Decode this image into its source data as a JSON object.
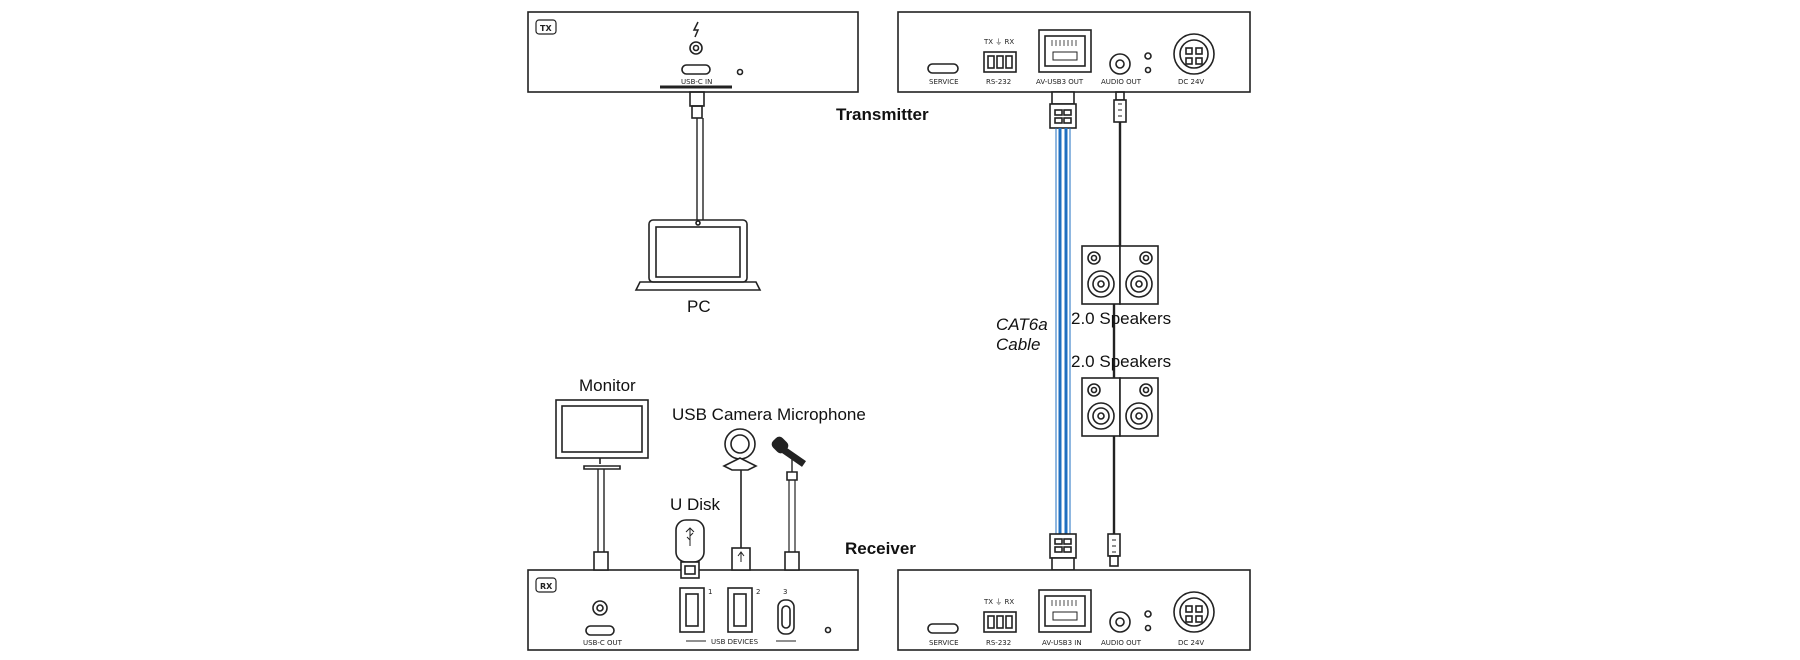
{
  "colors": {
    "line": "#222222",
    "cat6a": "#1f6fc0",
    "panel_fill": "#ffffff"
  },
  "labels": {
    "transmitter": "Transmitter",
    "receiver": "Receiver",
    "pc": "PC",
    "monitor": "Monitor",
    "usb_camera": "USB Camera",
    "microphone": "Microphone",
    "u_disk": "U Disk",
    "speakers_top": "2.0 Speakers",
    "speakers_bottom": "2.0 Speakers",
    "cable_line1": "CAT6a",
    "cable_line2": "Cable"
  },
  "tx_left": {
    "badge": "TX",
    "port_usbc_in": "USB-C IN",
    "icon_power": "lightning-bolt-icon"
  },
  "tx_right": {
    "port_service": "SERVICE",
    "rs232_pins": "TX ⏚ RX",
    "port_rs232": "RS-232",
    "port_av_usb3_out": "AV-USB3 OUT",
    "port_audio_out": "AUDIO OUT",
    "port_dc": "DC 24V"
  },
  "rx_left": {
    "badge": "RX",
    "port_usbc_out": "USB-C OUT",
    "usb_devices": "USB DEVICES",
    "port_num_1": "1",
    "port_num_2": "2",
    "port_num_3": "3"
  },
  "rx_right": {
    "port_service": "SERVICE",
    "rs232_pins": "TX ⏚ RX",
    "port_rs232": "RS-232",
    "port_av_usb3_in": "AV-USB3 IN",
    "port_audio_out": "AUDIO OUT",
    "port_dc": "DC 24V"
  }
}
